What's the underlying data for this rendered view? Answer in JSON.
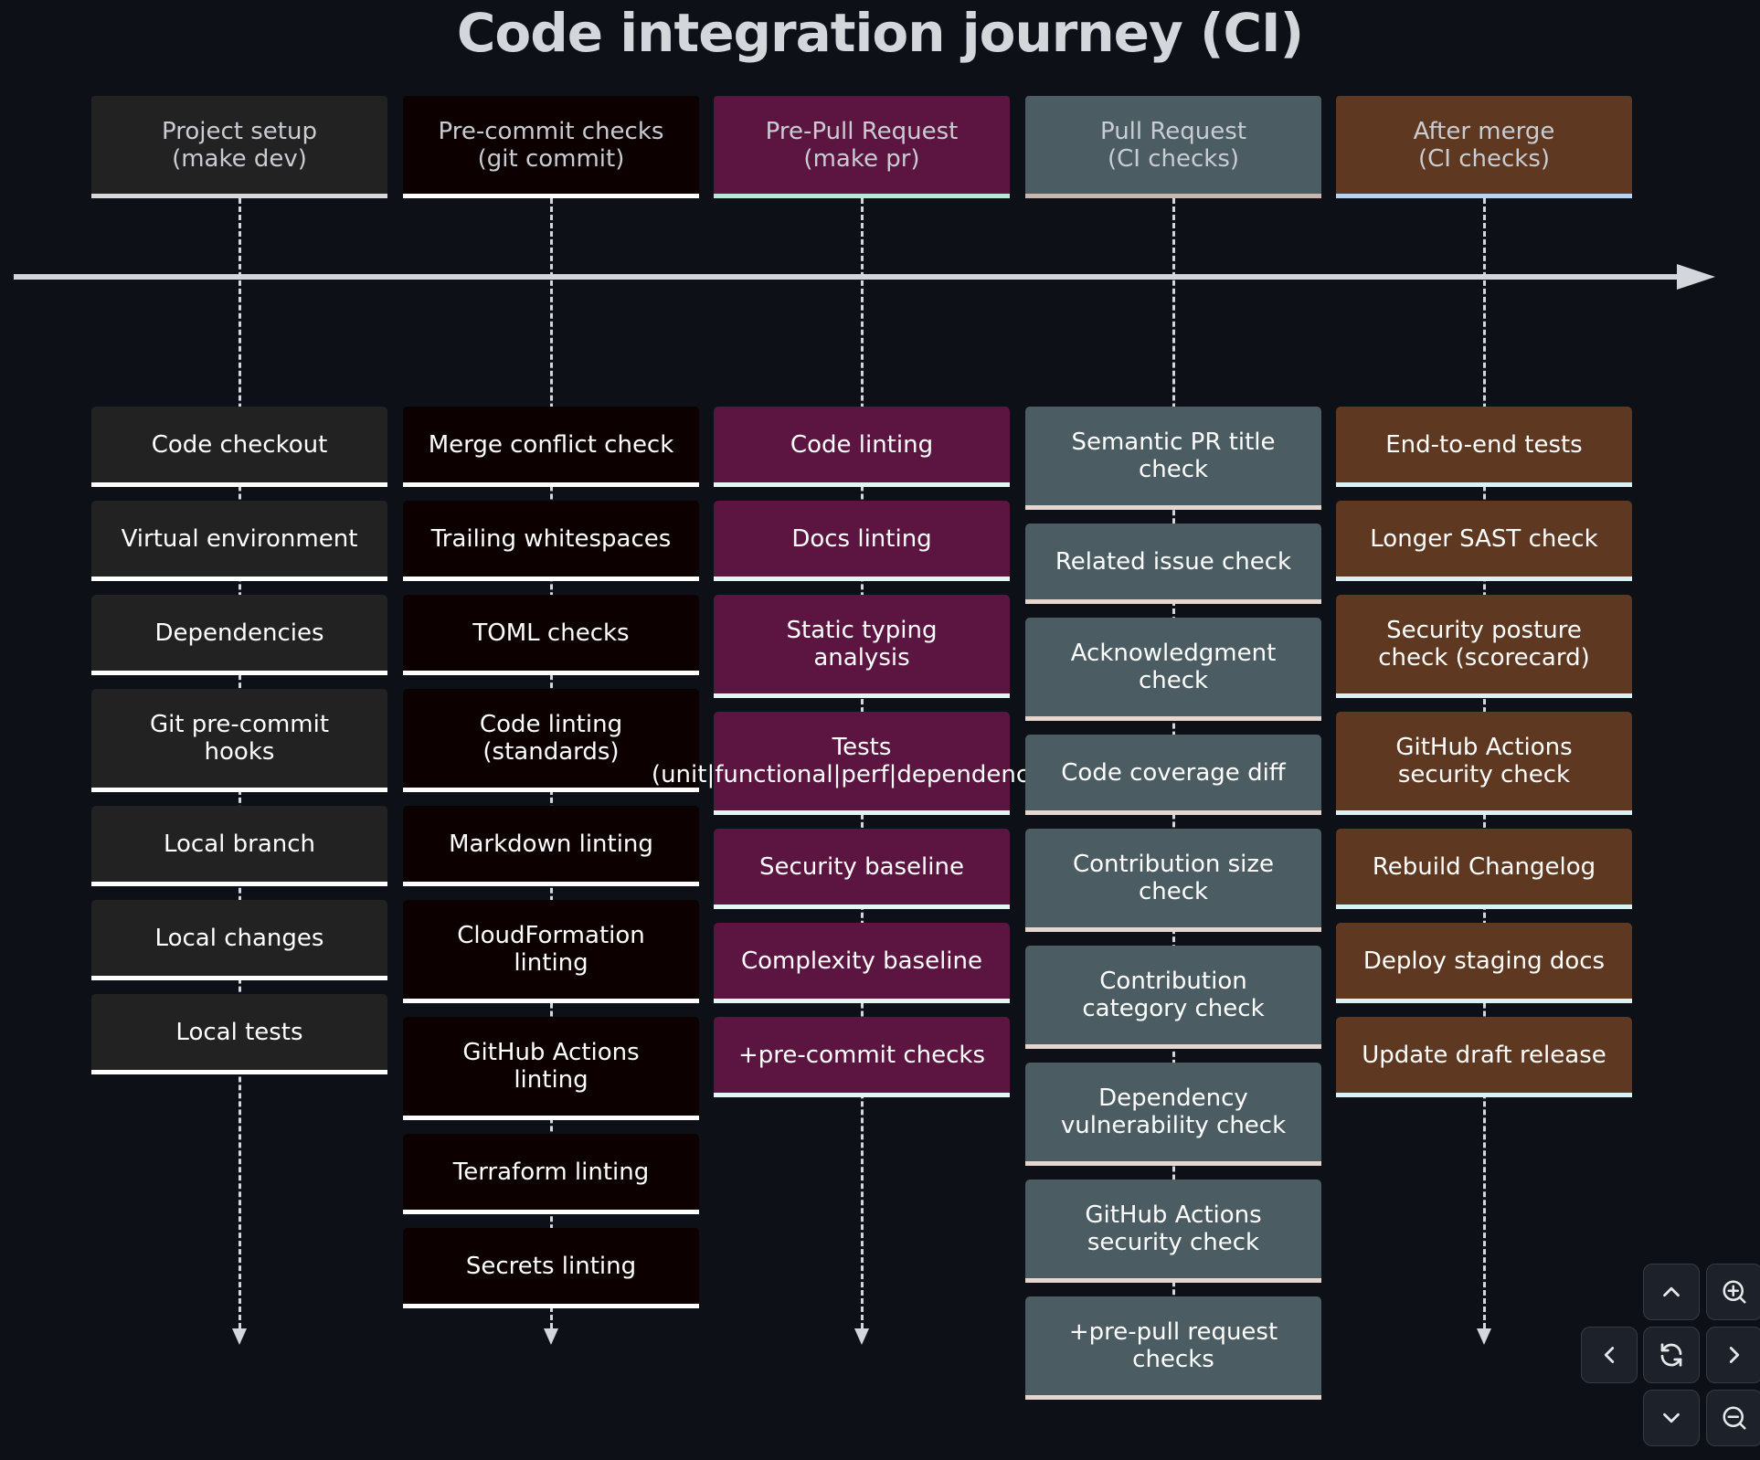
{
  "title": "Code integration journey (CI)",
  "colors": {
    "background": "#0d1117",
    "timeline": "#d3d6db"
  },
  "columns": [
    {
      "id": "project-setup",
      "header": "Project setup\n(make dev)",
      "fill": "#222222",
      "border": "#d9d9d9",
      "cell_border": "#ffffff",
      "has_arrow": true,
      "cells": [
        "Code checkout",
        "Virtual environment",
        "Dependencies",
        "Git pre-commit\nhooks",
        "Local branch",
        "Local changes",
        "Local tests"
      ]
    },
    {
      "id": "pre-commit-checks",
      "header": "Pre-commit checks\n(git commit)",
      "fill": "#0c0000",
      "border": "#ffffff",
      "cell_border": "#ffffff",
      "has_arrow": true,
      "cells": [
        "Merge conflict check",
        "Trailing whitespaces",
        "TOML checks",
        "Code linting\n(standards)",
        "Markdown linting",
        "CloudFormation\nlinting",
        "GitHub Actions\nlinting",
        "Terraform linting",
        "Secrets linting"
      ]
    },
    {
      "id": "pre-pull-request",
      "header": "Pre-Pull Request\n(make pr)",
      "fill": "#5c1540",
      "border": "#b8e8d4",
      "cell_border": "#e2f6f2",
      "has_arrow": true,
      "cells": [
        "Code linting",
        "Docs linting",
        "Static typing\nanalysis",
        "Tests\n(unit|functional|perf|dependencies)",
        "Security baseline",
        "Complexity baseline",
        "+pre-commit checks"
      ]
    },
    {
      "id": "pull-request",
      "header": "Pull Request\n(CI checks)",
      "fill": "#4b5d63",
      "border": "#c9b6ae",
      "cell_border": "#e6d6d0",
      "has_arrow": false,
      "cells": [
        "Semantic PR title\ncheck",
        "Related issue check",
        "Acknowledgment\ncheck",
        "Code coverage diff",
        "Contribution size\ncheck",
        "Contribution\ncategory check",
        "Dependency\nvulnerability check",
        "GitHub Actions\nsecurity check",
        "+pre-pull request\nchecks"
      ]
    },
    {
      "id": "after-merge",
      "header": "After merge\n(CI checks)",
      "fill": "#5e3820",
      "border": "#b7d3ee",
      "cell_border": "#d8f2f6",
      "has_arrow": true,
      "cells": [
        "End-to-end tests",
        "Longer SAST check",
        "Security posture\ncheck (scorecard)",
        "GitHub Actions\nsecurity check",
        "Rebuild Changelog",
        "Deploy staging docs",
        "Update draft release"
      ]
    }
  ],
  "controls": [
    {
      "name": "pan-up-button",
      "icon": "chevron-up-icon"
    },
    {
      "name": "zoom-in-button",
      "icon": "zoom-in-icon"
    },
    {
      "name": "pan-left-button",
      "icon": "chevron-left-icon"
    },
    {
      "name": "reset-view-button",
      "icon": "refresh-icon"
    },
    {
      "name": "pan-right-button",
      "icon": "chevron-right-icon"
    },
    {
      "name": "pan-down-button",
      "icon": "chevron-down-icon"
    },
    {
      "name": "zoom-out-button",
      "icon": "zoom-out-icon"
    }
  ]
}
